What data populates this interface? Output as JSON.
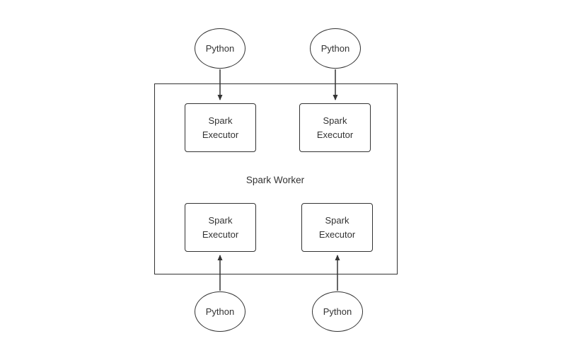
{
  "diagram": {
    "worker": {
      "label": "Spark Worker"
    },
    "executors": [
      {
        "label": "Spark\nExecutor"
      },
      {
        "label": "Spark\nExecutor"
      },
      {
        "label": "Spark\nExecutor"
      },
      {
        "label": "Spark\nExecutor"
      }
    ],
    "clients": [
      {
        "label": "Python"
      },
      {
        "label": "Python"
      },
      {
        "label": "Python"
      },
      {
        "label": "Python"
      }
    ],
    "colors": {
      "stroke": "#333333",
      "text": "#333333",
      "background": "#ffffff"
    }
  }
}
